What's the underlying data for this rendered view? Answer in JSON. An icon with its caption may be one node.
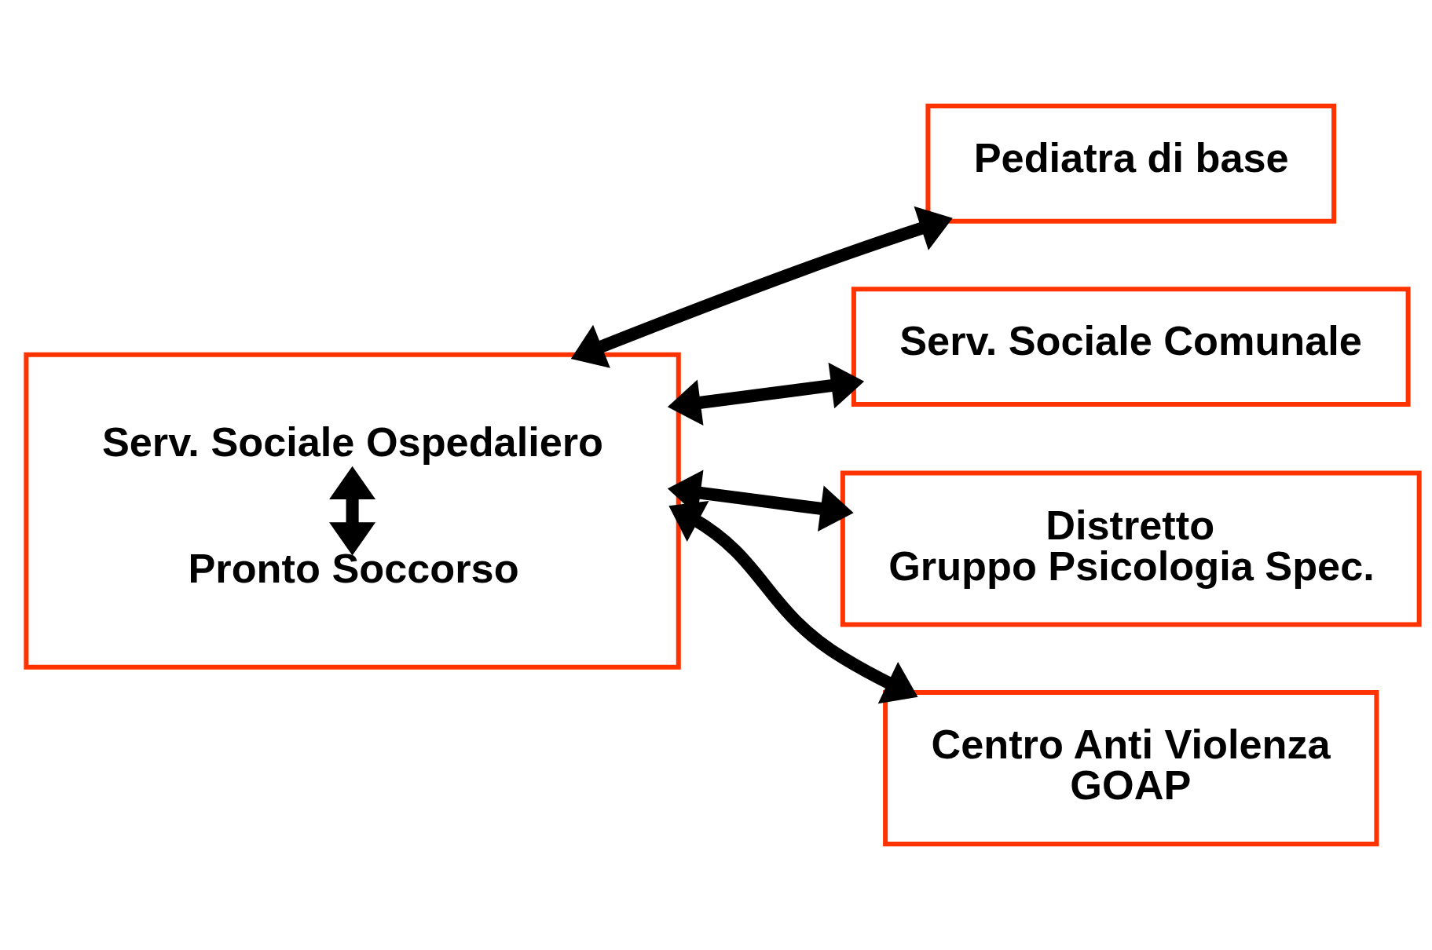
{
  "diagram": {
    "nodes": [
      {
        "text": [],
        "shape": "box"
      },
      {
        "text": [
          "Pronto Soccorso"
        ],
        "in": 0
      },
      {
        "text": [
          "Serv. Sociale Ospedaliero"
        ],
        "in": 0
      },
      {
        "text": [
          "Pediatra di base"
        ]
      },
      {
        "text": [
          "Serv. Sociale Comunale"
        ]
      },
      {
        "text": [
          "Distretto",
          "Gruppo Psicologia Spec."
        ]
      },
      {
        "text": [
          "Centro Anti Violenza",
          "GOAP"
        ]
      }
    ],
    "edges": [
      {
        "from": 1,
        "to": 2,
        "arrow": "both"
      },
      {
        "from": 0,
        "to": 3,
        "arrow": "both"
      },
      {
        "from": 0,
        "to": 4,
        "arrow": "both"
      },
      {
        "from": 0,
        "to": 5,
        "arrow": "both"
      },
      {
        "from": 0,
        "to": 6,
        "arrow": "both"
      }
    ]
  }
}
